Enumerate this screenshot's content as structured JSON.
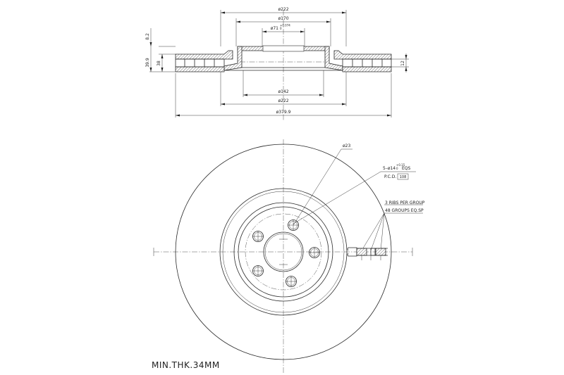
{
  "section_view": {
    "dia_top_outer": "ø222",
    "dia_top_mid": "ø170",
    "dia_top_bore": "ø71",
    "bore_tol_upper": "+0.074",
    "bore_tol_lower": "0",
    "dim_left_top": "8.2",
    "dim_left_total": "39.9",
    "dim_left_inner": "38",
    "dim_right": "12",
    "dia_bottom_inner": "ø142",
    "dia_bottom_mid": "ø222",
    "dia_bottom_outer": "ø379.9"
  },
  "front_view": {
    "hole_dia": "ø23",
    "bolt_spec": "5–ø14",
    "bolt_tol_upper": "+0.15",
    "bolt_tol_lower": "0",
    "bolt_spacing": "EQS",
    "pcd_label": "P.C.D.",
    "pcd_value": "108",
    "ribs_per_group": "3 RIBS PER GROUP",
    "groups": "48 GROUPS EQ.SP",
    "min_thickness": "MIN.THK.34MM"
  }
}
